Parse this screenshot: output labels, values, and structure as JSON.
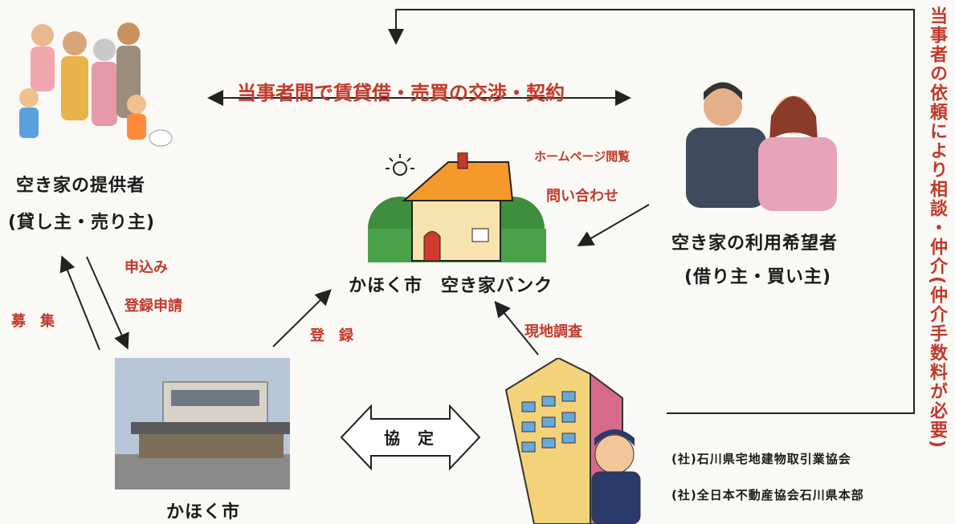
{
  "top_banner": "当事者間で賃貸借・売買の交渉・契約",
  "vertical_note": "当事者の依頼により相談・仲介(仲介手数料が必要)",
  "provider": {
    "title": "空き家の提供者",
    "subtitle": "(貸し主・売り主)"
  },
  "user": {
    "title": "空き家の利用希望者",
    "subtitle": "(借り主・買い主)"
  },
  "bank": {
    "title": "かほく市　空き家バンク"
  },
  "city": {
    "title": "かほく市"
  },
  "labels": {
    "application": "申込み",
    "registration_request": "登録申請",
    "recruitment": "募　集",
    "register": "登　録",
    "site_survey": "現地調査",
    "homepage": "ホームページ閲覧",
    "inquiry": "問い合わせ",
    "agreement": "協　定"
  },
  "associations": [
    "(社)石川県宅地建物取引業協会",
    "(社)全日本不動産協会石川県本部"
  ],
  "colors": {
    "accent_red": "#c0392b",
    "text": "#1a1a1a"
  }
}
